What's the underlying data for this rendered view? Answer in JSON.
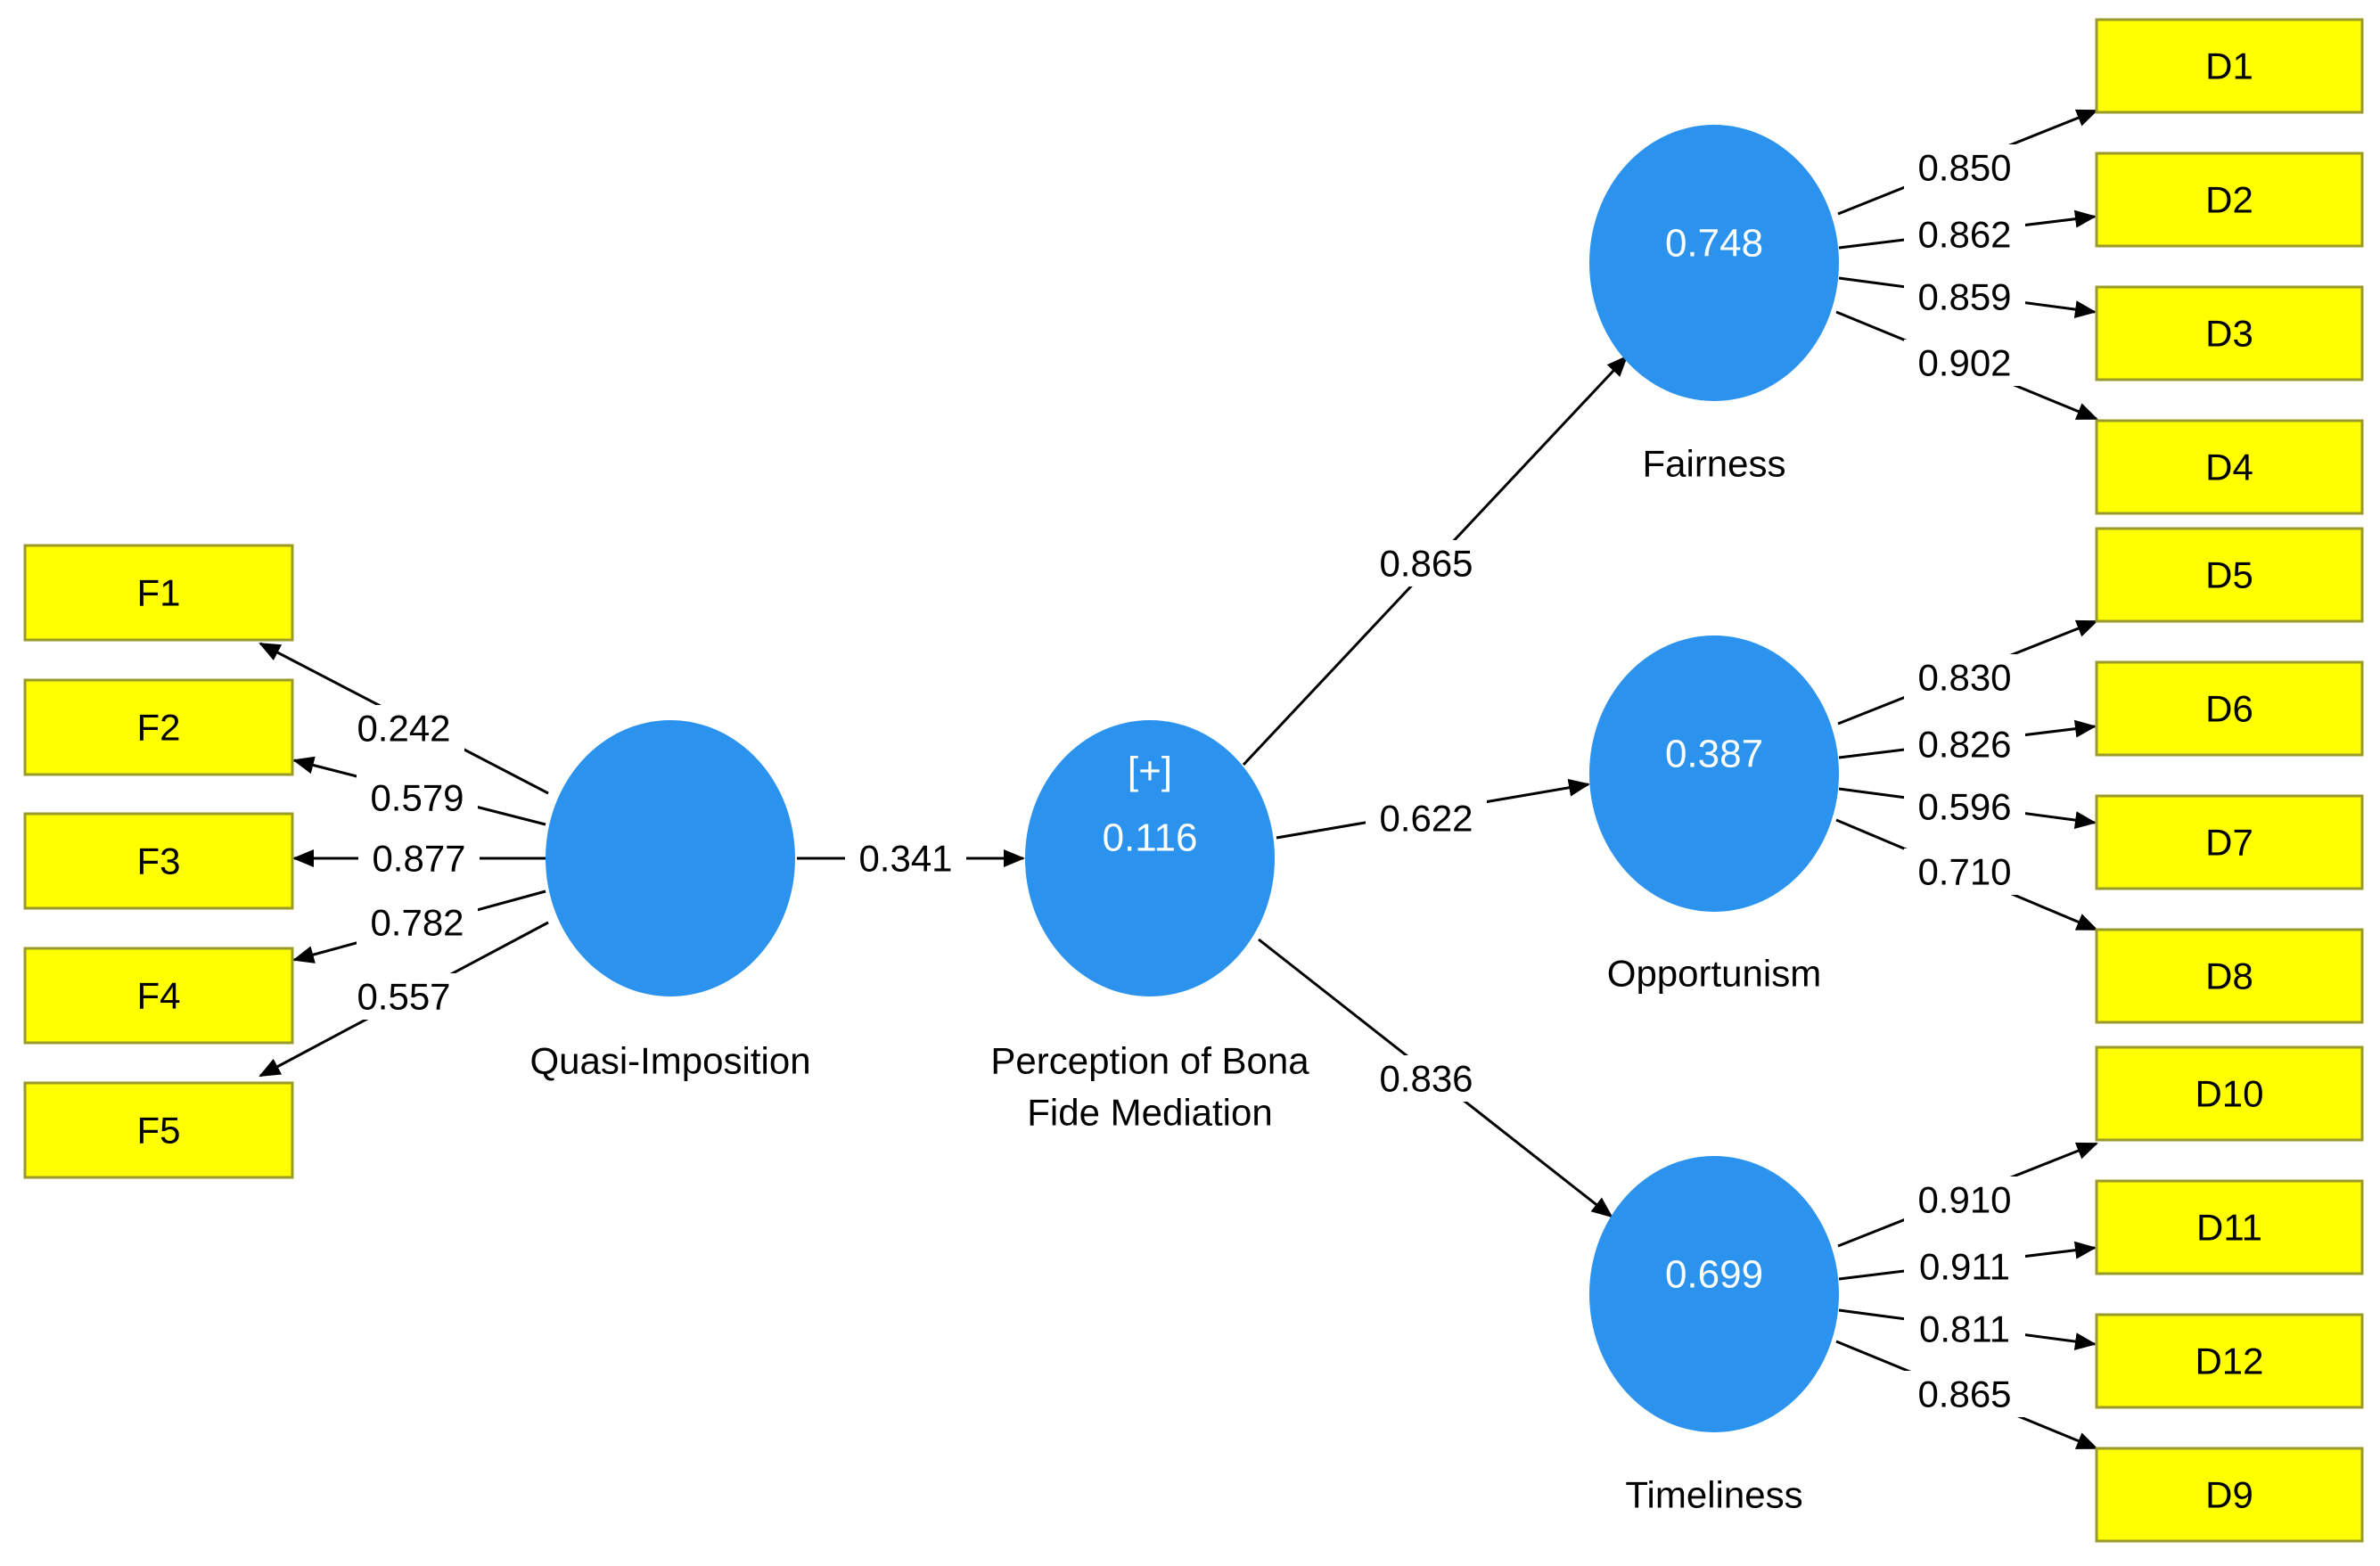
{
  "constructs": {
    "quasi": {
      "name": "Quasi-Imposition",
      "value": ""
    },
    "bona": {
      "name_line1": "Perception of Bona",
      "name_line2": "Fide Mediation",
      "expand": "[+]",
      "value": "0.116"
    },
    "fairness": {
      "name": "Fairness",
      "value": "0.748"
    },
    "opportunism": {
      "name": "Opportunism",
      "value": "0.387"
    },
    "timeliness": {
      "name": "Timeliness",
      "value": "0.699"
    }
  },
  "indicators": {
    "f": [
      "F1",
      "F2",
      "F3",
      "F4",
      "F5"
    ],
    "d": [
      "D1",
      "D2",
      "D3",
      "D4",
      "D5",
      "D6",
      "D7",
      "D8",
      "D10",
      "D11",
      "D12",
      "D9"
    ]
  },
  "loadings": {
    "quasi": [
      "0.242",
      "0.579",
      "0.877",
      "0.782",
      "0.557"
    ],
    "fairness": [
      "0.850",
      "0.862",
      "0.859",
      "0.902"
    ],
    "opportunism": [
      "0.830",
      "0.826",
      "0.596",
      "0.710"
    ],
    "timeliness": [
      "0.910",
      "0.911",
      "0.811",
      "0.865"
    ]
  },
  "paths": {
    "quasi_to_bona": "0.341",
    "bona_to_fairness": "0.865",
    "bona_to_opportunism": "0.622",
    "bona_to_timeliness": "0.836"
  },
  "colors": {
    "construct_fill": "#2b93ee",
    "indicator_fill": "#ffff00",
    "indicator_stroke": "#9a9a2a",
    "line": "#000000"
  }
}
